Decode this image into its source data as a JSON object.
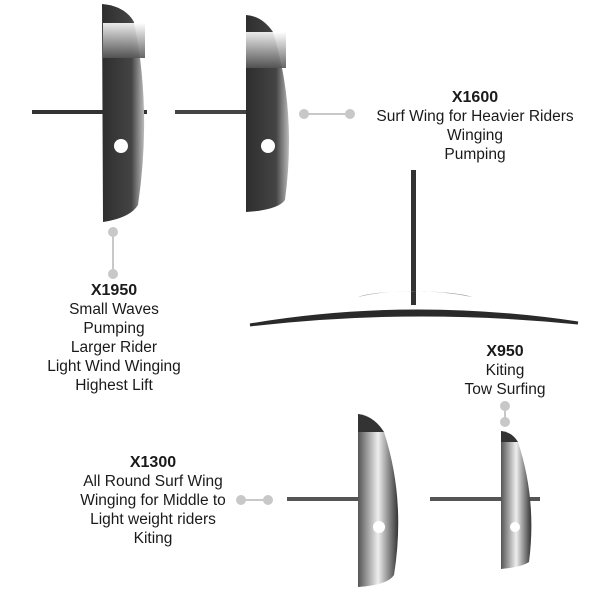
{
  "diagram": {
    "type": "product-comparison",
    "colors": {
      "wing_dark": "#3a3a3a",
      "connector": "#c8c8c8",
      "text": "#1a1a1a"
    },
    "products": [
      {
        "model": "X1950",
        "features": [
          "Small Waves",
          "Pumping",
          "Larger Rider",
          "Light Wind Winging",
          "Highest Lift"
        ]
      },
      {
        "model": "X1600",
        "features": [
          "Surf Wing for Heavier Riders",
          "Winging",
          "Pumping"
        ]
      },
      {
        "model": "X950",
        "features": [
          "Kiting",
          "Tow Surfing"
        ]
      },
      {
        "model": "X1300",
        "features": [
          "All Round Surf Wing",
          "Winging for Middle to",
          "Light weight riders",
          "Kiting"
        ]
      }
    ]
  }
}
